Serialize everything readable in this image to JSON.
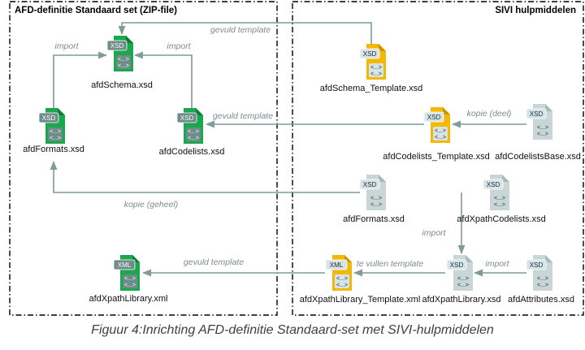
{
  "colors": {
    "green": "#1aa84f",
    "yellow": "#f5b800",
    "grey": "#c9d6d6",
    "badge_dark": "#6e8c88",
    "badge_light": "#d6e4e6",
    "badge_blue": "#cfe0ee",
    "arrow": "#7f9b9a",
    "border": "#000000",
    "edge_text": "#7f8a8c"
  },
  "sections": [
    {
      "id": "left",
      "title": "AFD-definitie Standaard set (ZIP-file)"
    },
    {
      "id": "right",
      "title": "SIVI hulpmiddelen"
    }
  ],
  "code_glyph": "<...>",
  "files": [
    {
      "id": "afdSchema",
      "name": "afdSchema.xsd",
      "type": "XSD",
      "style": "green"
    },
    {
      "id": "afdFormats",
      "name": "afdFormats.xsd",
      "type": "XSD",
      "style": "green"
    },
    {
      "id": "afdCodelists",
      "name": "afdCodelists.xsd",
      "type": "XSD",
      "style": "green"
    },
    {
      "id": "afdXpathLibraryXml",
      "name": "afdXpathLibrary.xml",
      "type": "XML",
      "style": "green"
    },
    {
      "id": "afdSchemaTemplate",
      "name": "afdSchema_Template.xsd",
      "type": "XSD",
      "style": "yellow"
    },
    {
      "id": "afdCodelistsTemplate",
      "name": "afdCodelists_Template.xsd",
      "type": "XSD",
      "style": "yellow"
    },
    {
      "id": "afdCodelistsBase",
      "name": "afdCodelistsBase.xsd",
      "type": "XSD",
      "style": "grey"
    },
    {
      "id": "afdFormatsSivi",
      "name": "afdFormats.xsd",
      "type": "XSD",
      "style": "grey"
    },
    {
      "id": "afdXpathCodelists",
      "name": "afdXpathCodelists.xsd",
      "type": "XSD",
      "style": "grey"
    },
    {
      "id": "afdXpathLibraryTemplate",
      "name": "afdXpathLibrary_Template.xml",
      "type": "XML",
      "style": "yellow"
    },
    {
      "id": "afdXpathLibraryXsd",
      "name": "afdXpathLibrary.xsd",
      "type": "XSD",
      "style": "grey"
    },
    {
      "id": "afdAttributes",
      "name": "afdAttributes.xsd",
      "type": "XSD",
      "style": "grey"
    }
  ],
  "edges": [
    {
      "from": "afdFormats",
      "to": "afdSchema",
      "label": "import"
    },
    {
      "from": "afdCodelists",
      "to": "afdSchema",
      "label": "import"
    },
    {
      "from": "afdSchemaTemplate",
      "to": "afdSchema",
      "label": "gevuld template"
    },
    {
      "from": "afdCodelistsTemplate",
      "to": "afdCodelists",
      "label": "gevuld template"
    },
    {
      "from": "afdCodelistsBase",
      "to": "afdCodelistsTemplate",
      "label": "kopie (deel)"
    },
    {
      "from": "afdFormatsSivi",
      "to": "afdFormats",
      "label": "kopie (geheel)"
    },
    {
      "from": "afdXpathCodelists",
      "to": "afdXpathLibraryXsd",
      "label": "import"
    },
    {
      "from": "afdAttributes",
      "to": "afdXpathLibraryXsd",
      "label": "import"
    },
    {
      "from": "afdXpathLibraryXsd",
      "to": "afdXpathLibraryTemplate",
      "label": "te vullen template"
    },
    {
      "from": "afdXpathLibraryTemplate",
      "to": "afdXpathLibraryXml",
      "label": "gevuld template"
    }
  ],
  "caption": "Figuur 4:Inrichting AFD-definitie Standaard-set met SIVI-hulpmiddelen"
}
